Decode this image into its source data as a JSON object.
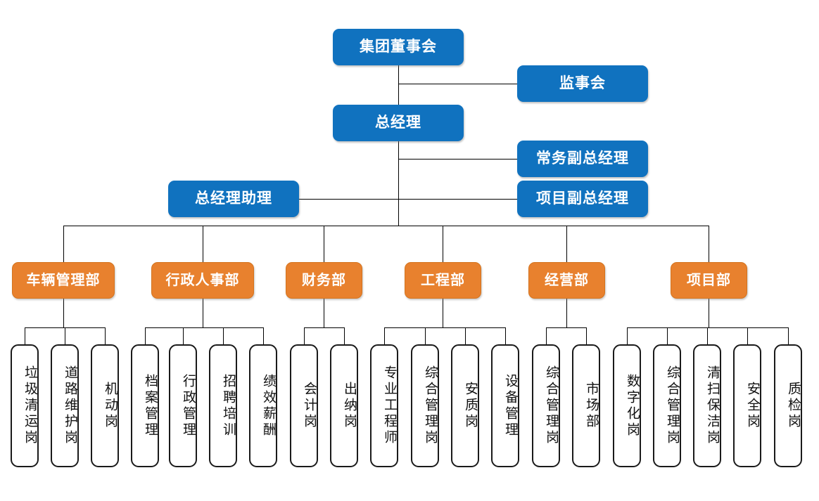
{
  "chart": {
    "type": "org-chart",
    "title": "",
    "colors": {
      "executive_blue": "#1072bf",
      "department_orange": "#e8812e",
      "leaf_border": "#1a1a1a",
      "leaf_fill": "#ffffff",
      "connector": "#000000",
      "background": "#ffffff"
    },
    "executive": {
      "board": "集团董事会",
      "supervisory": "监事会",
      "general_manager": "总经理",
      "executive_deputy": "常务副总经理",
      "project_deputy": "项目副总经理",
      "gm_assistant": "总经理助理"
    },
    "departments": [
      {
        "name": "车辆管理部",
        "positions": [
          "垃圾清运岗",
          "道路维护岗",
          "机动岗"
        ]
      },
      {
        "name": "行政人事部",
        "positions": [
          "档案管理",
          "行政管理",
          "招聘培训",
          "绩效薪酬"
        ]
      },
      {
        "name": "财务部",
        "positions": [
          "会计岗",
          "出纳岗"
        ]
      },
      {
        "name": "工程部",
        "positions": [
          "专业工程师",
          "综合管理岗",
          "安质岗",
          "设备管理"
        ]
      },
      {
        "name": "经营部",
        "positions": [
          "综合管理岗",
          "市场部"
        ]
      },
      {
        "name": "项目部",
        "positions": [
          "数字化岗",
          "综合管理岗",
          "清扫保洁岗",
          "安全岗",
          "质检岗"
        ]
      }
    ]
  }
}
